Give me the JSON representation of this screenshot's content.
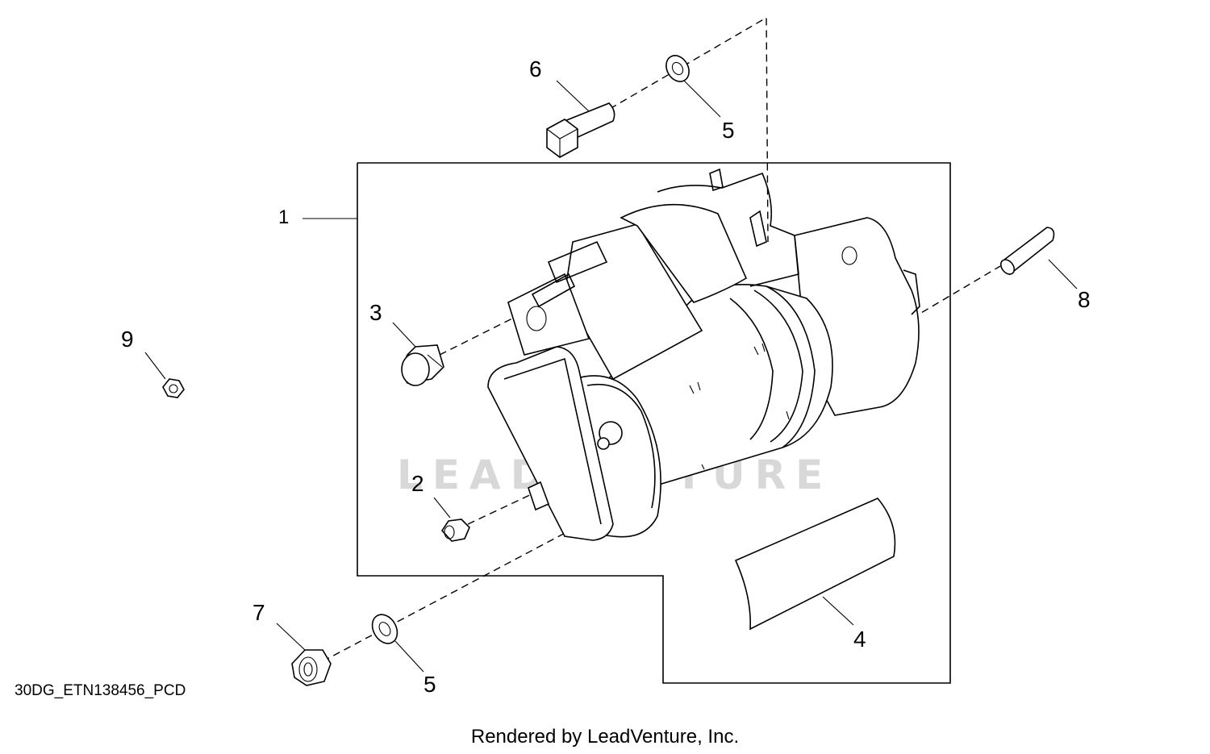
{
  "callouts": {
    "c1": "1",
    "c2": "2",
    "c3": "3",
    "c4": "4",
    "c5a": "5",
    "c5b": "5",
    "c6": "6",
    "c7": "7",
    "c8": "8",
    "c9": "9"
  },
  "diagram_code": "30DG_ETN138456_PCD",
  "footer_text": "Rendered by LeadVenture, Inc.",
  "watermark_text": "LEADVENTURE",
  "line_color": "#000000",
  "watermark_color": "#d8d8d8"
}
